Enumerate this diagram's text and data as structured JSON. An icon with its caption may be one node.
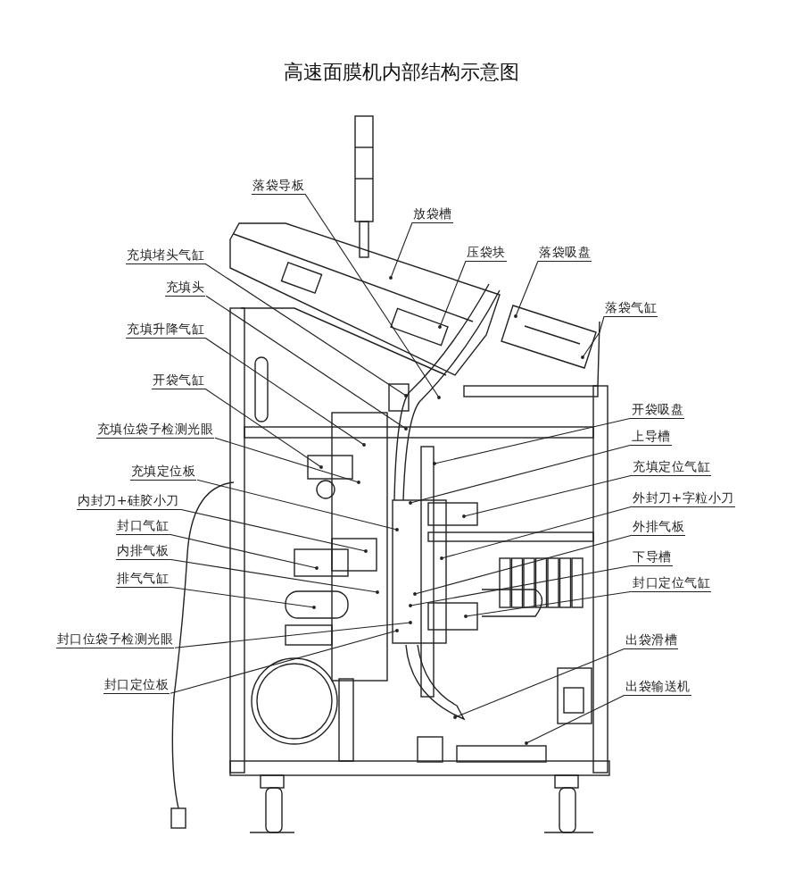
{
  "diagram": {
    "title": "高速面膜机内部结构示意图",
    "nodes": [
      {
        "text": [
          "落袋导板"
        ]
      },
      {
        "text": [
          "放袋槽"
        ]
      },
      {
        "text": [
          "压袋块"
        ]
      },
      {
        "text": [
          "落袋吸盘"
        ]
      },
      {
        "text": [
          "落袋气缸"
        ]
      },
      {
        "text": [
          "充填堵头气缸"
        ]
      },
      {
        "text": [
          "充填头"
        ]
      },
      {
        "text": [
          "充填升降气缸"
        ]
      },
      {
        "text": [
          "开袋气缸"
        ]
      },
      {
        "text": [
          "充填位袋子检测光眼"
        ]
      },
      {
        "text": [
          "充填定位板"
        ]
      },
      {
        "text": [
          "内封刀+硅胶小刀"
        ]
      },
      {
        "text": [
          "封口气缸"
        ]
      },
      {
        "text": [
          "内排气板"
        ]
      },
      {
        "text": [
          "排气气缸"
        ]
      },
      {
        "text": [
          "封口位袋子检测光眼"
        ]
      },
      {
        "text": [
          "封口定位板"
        ]
      },
      {
        "text": [
          "开袋吸盘"
        ]
      },
      {
        "text": [
          "上导槽"
        ]
      },
      {
        "text": [
          "充填定位气缸"
        ]
      },
      {
        "text": [
          "外封刀+字粒小刀"
        ]
      },
      {
        "text": [
          "外排气板"
        ]
      },
      {
        "text": [
          "下导槽"
        ]
      },
      {
        "text": [
          "封口定位气缸"
        ]
      },
      {
        "text": [
          "出袋滑槽"
        ]
      },
      {
        "text": [
          "出袋输送机"
        ]
      }
    ],
    "edges": [
      {
        "from": 0,
        "to": null,
        "arrow": "other"
      },
      {
        "from": 1,
        "to": null,
        "arrow": "other"
      },
      {
        "from": 2,
        "to": null,
        "arrow": "other"
      },
      {
        "from": 3,
        "to": null,
        "arrow": "other"
      },
      {
        "from": 4,
        "to": null,
        "arrow": "other"
      },
      {
        "from": 5,
        "to": null,
        "arrow": "other"
      },
      {
        "from": 6,
        "to": null,
        "arrow": "other"
      },
      {
        "from": 7,
        "to": null,
        "arrow": "other"
      },
      {
        "from": 8,
        "to": null,
        "arrow": "other"
      },
      {
        "from": 9,
        "to": null,
        "arrow": "other"
      },
      {
        "from": 10,
        "to": null,
        "arrow": "other"
      },
      {
        "from": 11,
        "to": null,
        "arrow": "other"
      },
      {
        "from": 12,
        "to": null,
        "arrow": "other"
      },
      {
        "from": 13,
        "to": null,
        "arrow": "other"
      },
      {
        "from": 14,
        "to": null,
        "arrow": "other"
      },
      {
        "from": 15,
        "to": null,
        "arrow": "other"
      },
      {
        "from": 16,
        "to": null,
        "arrow": "other"
      },
      {
        "from": 17,
        "to": null,
        "arrow": "other"
      },
      {
        "from": 18,
        "to": null,
        "arrow": "other"
      },
      {
        "from": 19,
        "to": null,
        "arrow": "other"
      },
      {
        "from": 20,
        "to": null,
        "arrow": "other"
      },
      {
        "from": 21,
        "to": null,
        "arrow": "other"
      },
      {
        "from": 22,
        "to": null,
        "arrow": "other"
      },
      {
        "from": 23,
        "to": null,
        "arrow": "other"
      },
      {
        "from": 24,
        "to": null,
        "arrow": "other"
      },
      {
        "from": 25,
        "to": null,
        "arrow": "other"
      }
    ]
  }
}
